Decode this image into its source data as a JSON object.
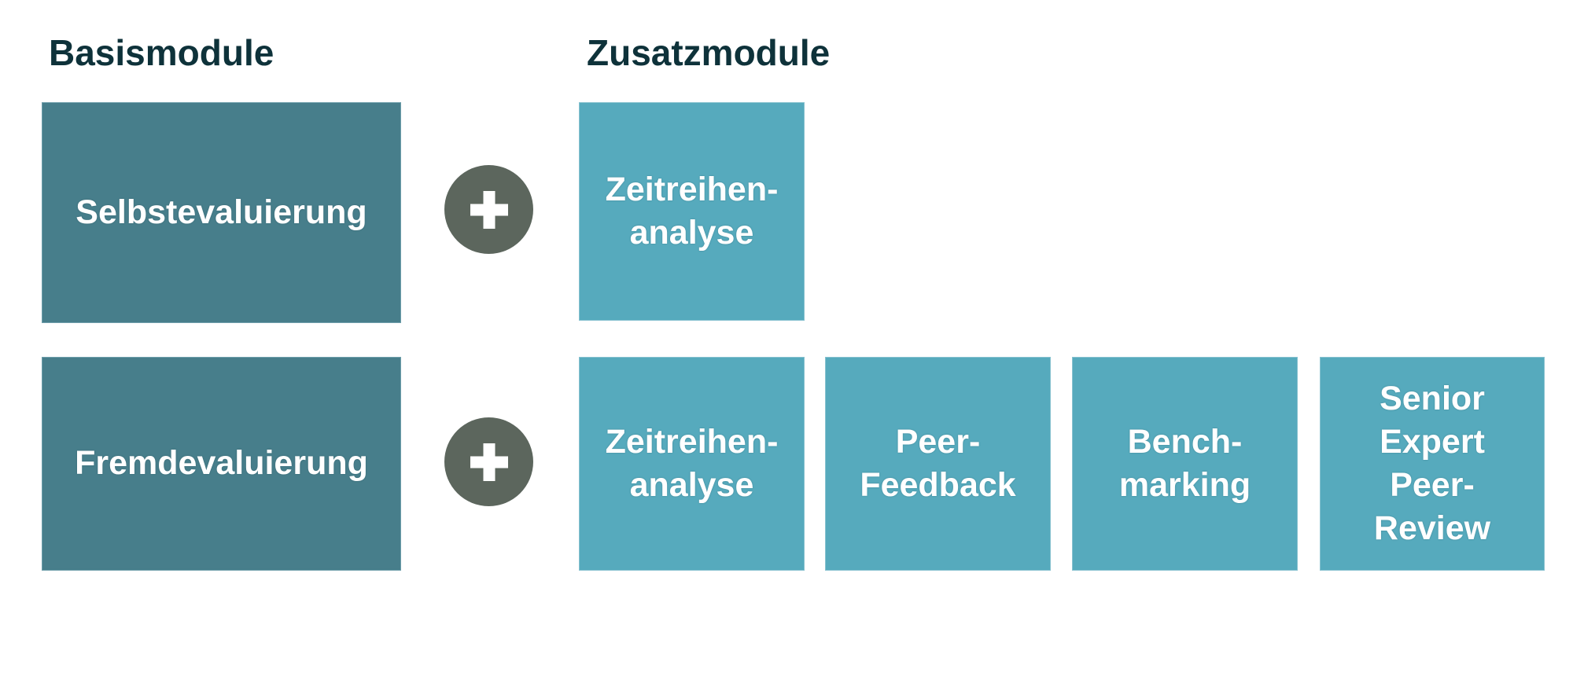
{
  "headings": {
    "left": "Basismodule",
    "right": "Zusatzmodule"
  },
  "rows": [
    {
      "base": "Selbstevaluierung",
      "zusatz": [
        "Zeitreihen-\nanalyse"
      ]
    },
    {
      "base": "Fremdevaluierung",
      "zusatz": [
        "Zeitreihen-\nanalyse",
        "Peer-\nFeedback",
        "Bench-\nmarking",
        "Senior\nExpert\nPeer-\nReview"
      ]
    }
  ],
  "icons": {
    "plus": "+"
  },
  "colors": {
    "base_module_fill": "#477e8b",
    "zusatz_module_fill": "#56aabd",
    "plus_circle_fill": "#5c665d",
    "heading_text": "#0e323a",
    "module_text": "#ffffff",
    "background": "#ffffff"
  }
}
